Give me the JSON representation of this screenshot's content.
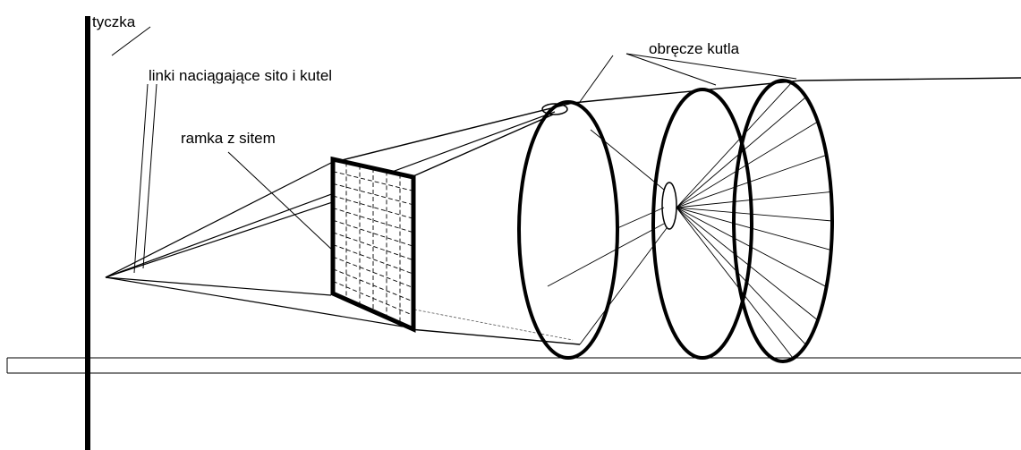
{
  "labels": {
    "pole": "tyczka",
    "lines": "linki naciągające sito i kutel",
    "frame": "ramka z sitem",
    "hoops": "obręcze kutla"
  },
  "colors": {
    "ink": "#000000",
    "fine_ink": "#555555",
    "background": "#ffffff"
  }
}
